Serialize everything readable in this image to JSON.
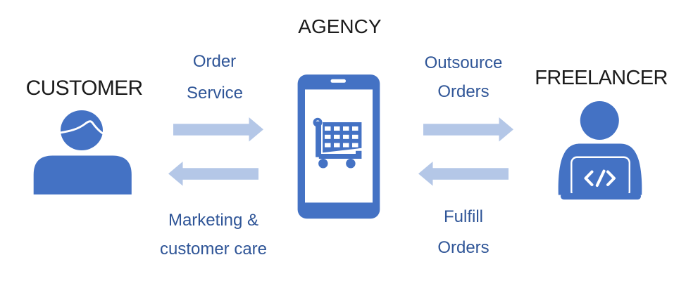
{
  "colors": {
    "icon_blue": "#4472c4",
    "arrow_blue": "#b4c7e7",
    "label_blue": "#2f5597",
    "title_color": "#1c1c1c",
    "background": "#ffffff"
  },
  "nodes": {
    "customer": {
      "label": "CUSTOMER",
      "icon": "person-icon"
    },
    "agency": {
      "label": "AGENCY",
      "icon": "smartphone-cart-icon"
    },
    "freelancer": {
      "label": "FREELANCER",
      "icon": "person-laptop-icon",
      "code_symbol": "</>"
    }
  },
  "flows": {
    "order_service": {
      "line1": "Order",
      "line2": "Service",
      "direction": "right"
    },
    "marketing_care": {
      "line1": "Marketing &",
      "line2": "customer care",
      "direction": "left"
    },
    "outsource_orders": {
      "line1": "Outsource",
      "line2": "Orders",
      "direction": "right"
    },
    "fulfill_orders": {
      "line1": "Fulfill",
      "line2": "Orders",
      "direction": "left"
    }
  }
}
